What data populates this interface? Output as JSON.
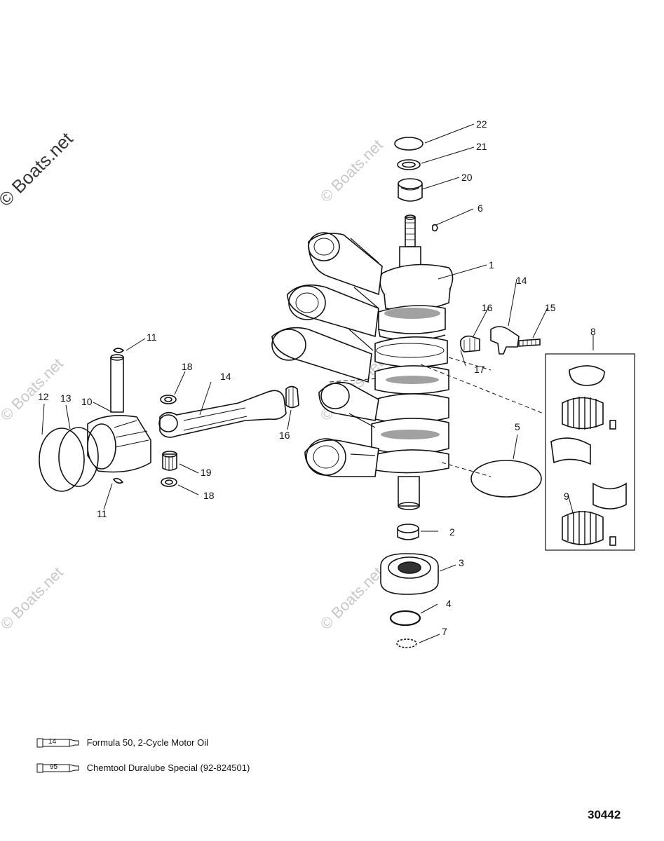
{
  "watermark": "© Boats.net",
  "callouts": [
    "22",
    "21",
    "20",
    "6",
    "1",
    "16",
    "14",
    "15",
    "8",
    "11",
    "18",
    "14",
    "12",
    "13",
    "10",
    "16",
    "17",
    "5",
    "9",
    "19",
    "18",
    "11",
    "2",
    "3",
    "4",
    "7"
  ],
  "legend": [
    {
      "code": "14",
      "text": "Formula 50, 2-Cycle Motor Oil"
    },
    {
      "code": "95",
      "text": "Chemtool Duralube Special (92-824501)"
    }
  ],
  "reference_number": "30442",
  "colors": {
    "line": "#111111",
    "watermark": "#c8c8c8",
    "shade": "#555555"
  }
}
